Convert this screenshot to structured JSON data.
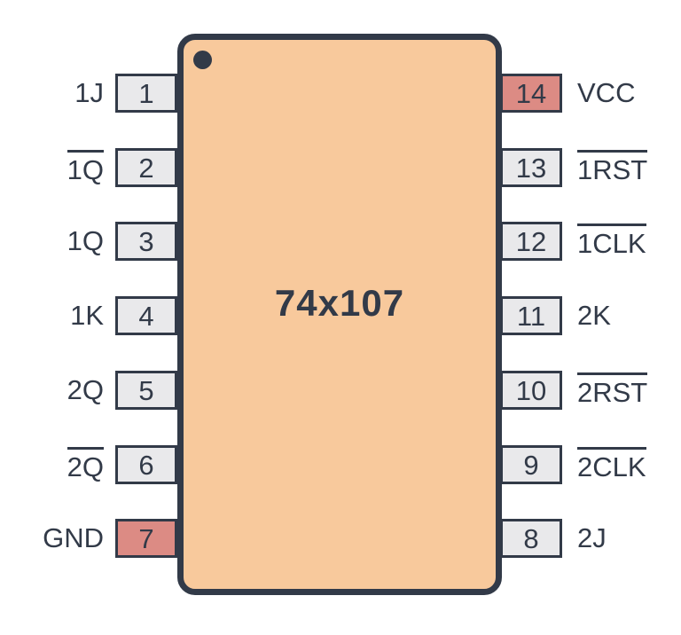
{
  "diagram": {
    "chip_title": "74x107",
    "package": "DIP-14",
    "colors": {
      "background": "#FFFFFF",
      "body": "#F8C99C",
      "outline": "#323A48",
      "pin_fill": "#E9E9EB",
      "power_pin_fill": "#DC8B84"
    }
  },
  "left_pins": [
    {
      "number": "1",
      "label": "1J",
      "overline": false,
      "power": false
    },
    {
      "number": "2",
      "label": "1Q",
      "overline": true,
      "power": false
    },
    {
      "number": "3",
      "label": "1Q",
      "overline": false,
      "power": false
    },
    {
      "number": "4",
      "label": "1K",
      "overline": false,
      "power": false
    },
    {
      "number": "5",
      "label": "2Q",
      "overline": false,
      "power": false
    },
    {
      "number": "6",
      "label": "2Q",
      "overline": true,
      "power": false
    },
    {
      "number": "7",
      "label": "GND",
      "overline": false,
      "power": true
    }
  ],
  "right_pins": [
    {
      "number": "14",
      "label": "VCC",
      "overline": false,
      "power": true
    },
    {
      "number": "13",
      "label": "1RST",
      "overline": true,
      "power": false
    },
    {
      "number": "12",
      "label": "1CLK",
      "overline": true,
      "power": false
    },
    {
      "number": "11",
      "label": "2K",
      "overline": false,
      "power": false
    },
    {
      "number": "10",
      "label": "2RST",
      "overline": true,
      "power": false
    },
    {
      "number": "9",
      "label": "2CLK",
      "overline": true,
      "power": false
    },
    {
      "number": "8",
      "label": "2J",
      "overline": false,
      "power": false
    }
  ]
}
